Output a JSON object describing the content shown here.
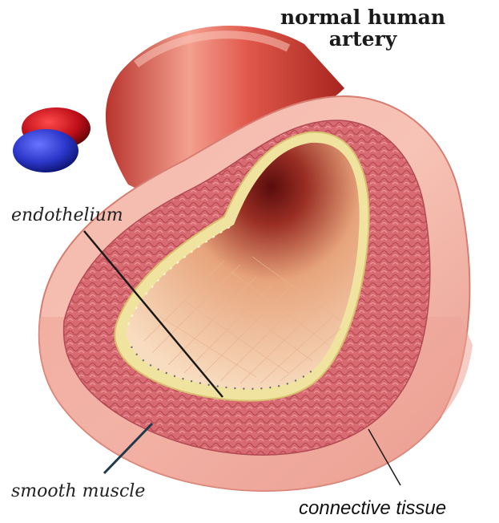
{
  "title": {
    "line1": "normal human",
    "line2": "artery"
  },
  "labels": {
    "endothelium": "endothelium",
    "smooth_muscle": "smooth muscle",
    "connective_tissue": "connective tissue"
  },
  "colors": {
    "artery_outer": "#e25c50",
    "artery_highlight": "#f6b8a8",
    "cut_face": "#f2a9a0",
    "muscle_layer": "#d8707a",
    "lumen_dark": "#7a1e1e",
    "lumen_light": "#f6d0b0",
    "endothelium": "#f0e3a0",
    "sphere_red": "#c0101a",
    "sphere_blue": "#2a36c8"
  }
}
